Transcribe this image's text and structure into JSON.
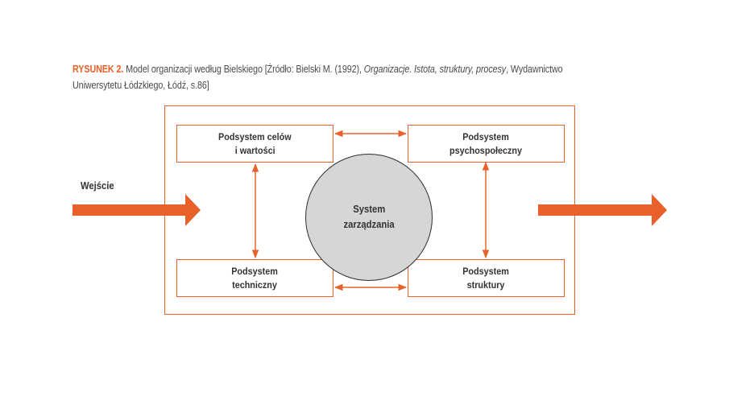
{
  "caption": {
    "label": "RYSUNEK 2.",
    "text_1": " Model organizacji według Bielskiego [Źródło: Bielski M. (1992), ",
    "text_italic": "Organizacje. Istota, struktury, procesy",
    "text_2": ", Wydawnictwo Uniwersytetu Łódzkiego, Łódź, s.86]"
  },
  "input_label": "Wejście",
  "nodes": {
    "goals": {
      "line1": "Podsystem celów",
      "line2": "i wartości"
    },
    "psycho": {
      "line1": "Podsystem",
      "line2": "psychospołeczny"
    },
    "technical": {
      "line1": "Podsystem",
      "line2": "techniczny"
    },
    "structure": {
      "line1": "Podsystem",
      "line2": "struktury"
    },
    "management": {
      "line1": "System",
      "line2": "zarządzania"
    }
  },
  "colors": {
    "accent": "#e8602a",
    "circle_fill": "#d6d6d6",
    "text": "#333333"
  }
}
